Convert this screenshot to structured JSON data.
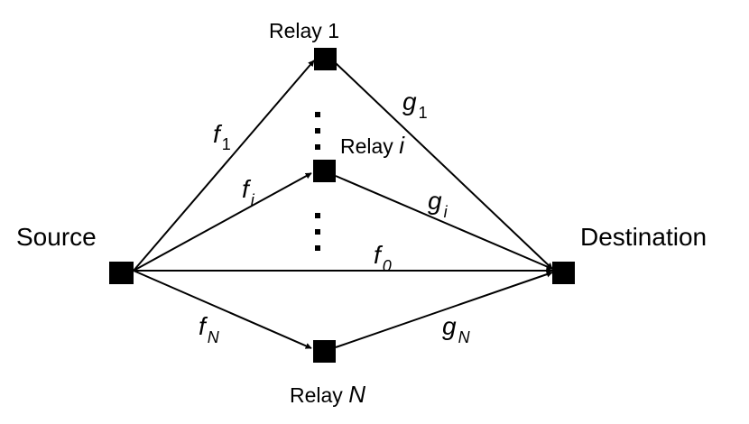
{
  "nodes": {
    "source": "Source",
    "destination": "Destination",
    "relay_1": "Relay 1",
    "relay_i": {
      "prefix": "Relay ",
      "index": "i"
    },
    "relay_n": {
      "prefix": "Relay ",
      "index": "N"
    }
  },
  "edges": {
    "f1": {
      "symbol": "f",
      "subscript": "1"
    },
    "fi": {
      "symbol": "f",
      "subscript": "i"
    },
    "f0": {
      "symbol": "f",
      "subscript": "0"
    },
    "fN": {
      "symbol": "f",
      "subscript": "N"
    },
    "g1": {
      "symbol": "g",
      "subscript": "1"
    },
    "gi": {
      "symbol": "g",
      "subscript": "i"
    },
    "gN": {
      "symbol": "g",
      "subscript": "N"
    }
  },
  "colors": {
    "ink": "#000000",
    "background": "#ffffff"
  }
}
